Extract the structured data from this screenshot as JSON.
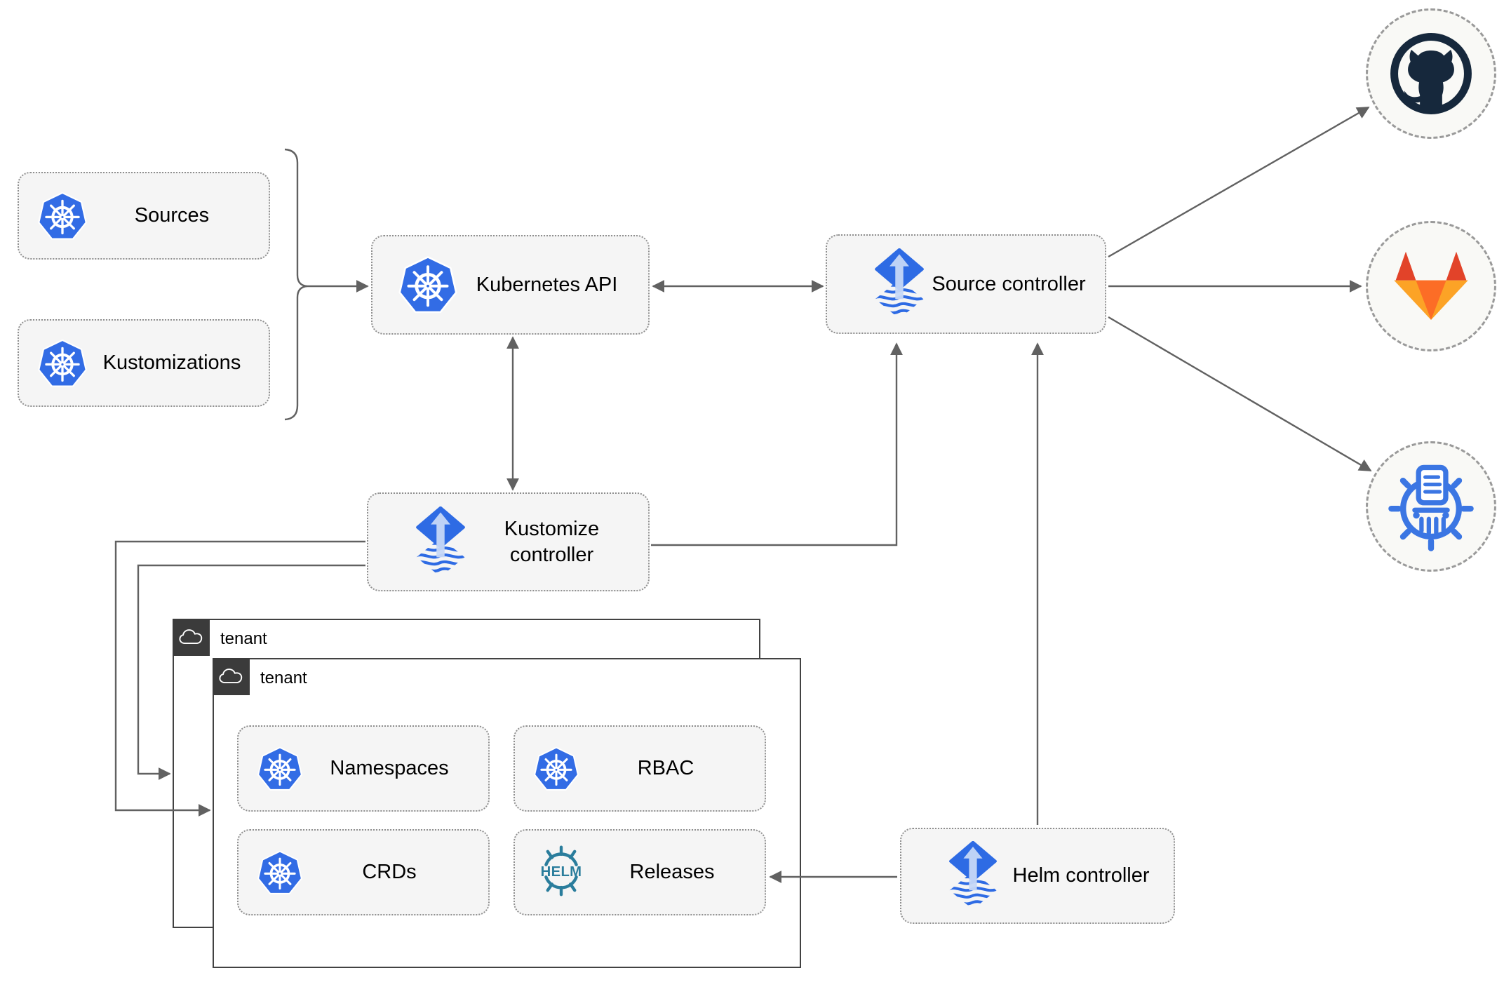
{
  "nodes": {
    "sources": {
      "label": "Sources",
      "icon": "kubernetes-icon"
    },
    "kustomizations": {
      "label": "Kustomizations",
      "icon": "kubernetes-icon"
    },
    "kubernetes_api": {
      "label": "Kubernetes API",
      "icon": "kubernetes-icon"
    },
    "source_controller": {
      "label": "Source controller",
      "icon": "flux-icon"
    },
    "kustomize_controller": {
      "label": "Kustomize controller",
      "icon": "flux-icon"
    },
    "helm_controller": {
      "label": "Helm controller",
      "icon": "flux-icon"
    },
    "namespaces": {
      "label": "Namespaces",
      "icon": "kubernetes-icon"
    },
    "rbac": {
      "label": "RBAC",
      "icon": "kubernetes-icon"
    },
    "crds": {
      "label": "CRDs",
      "icon": "kubernetes-icon"
    },
    "releases": {
      "label": "Releases",
      "icon": "helm-icon"
    }
  },
  "groups": {
    "tenant_outer": {
      "label": "tenant",
      "icon": "cloud-icon"
    },
    "tenant_inner": {
      "label": "tenant",
      "icon": "cloud-icon"
    }
  },
  "endpoints": {
    "github": {
      "icon": "github-icon"
    },
    "gitlab": {
      "icon": "gitlab-icon"
    },
    "chart_repository": {
      "icon": "chartmuseum-icon"
    }
  },
  "icons": {
    "helm_wordmark": "HELM"
  },
  "colors": {
    "box_fill": "#f5f5f5",
    "box_border": "#8f8f8f",
    "edge": "#616161",
    "tenant_border": "#424242",
    "tenant_badge": "#3b3b3b",
    "kubernetes_blue": "#326ce5",
    "flux_blue": "#2e6be4",
    "flux_arrow_light": "#c6d8f7",
    "helm_teal": "#2a7d9c",
    "github_dark": "#16283c",
    "gitlab_red": "#e24329",
    "gitlab_orange": "#fc6d26",
    "gitlab_yellow": "#fca326",
    "chartmuseum_blue": "#3b76e3"
  }
}
